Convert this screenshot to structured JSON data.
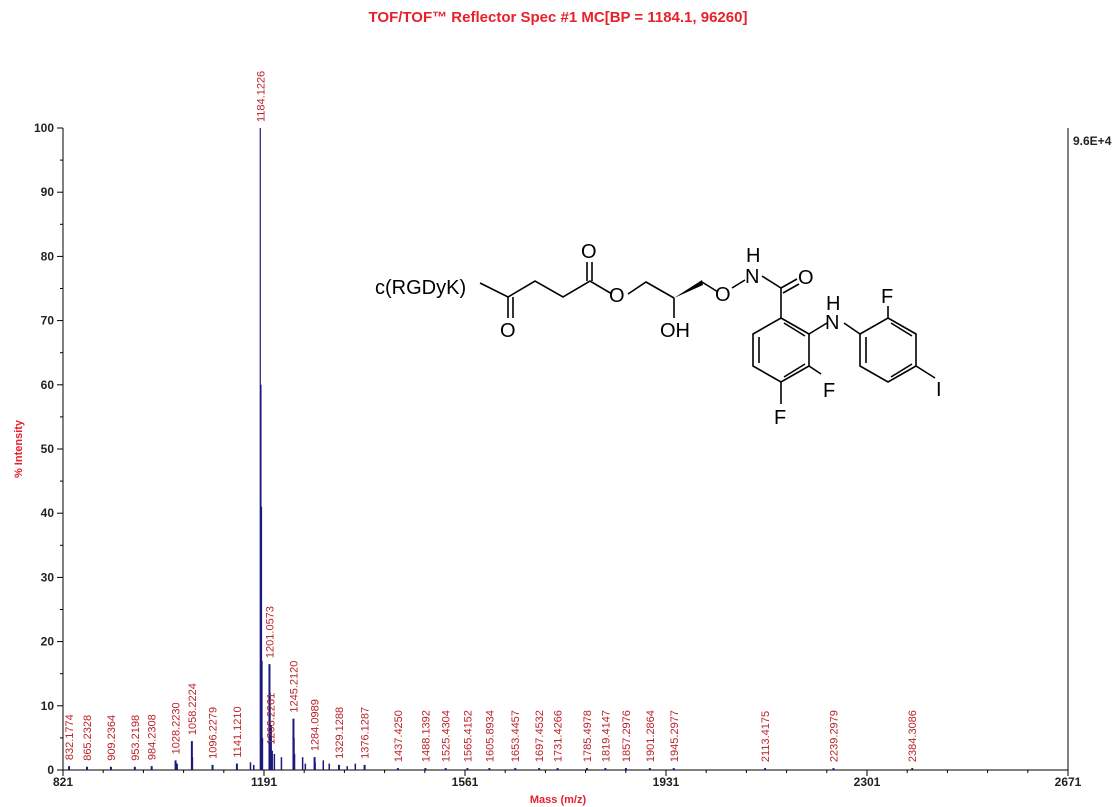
{
  "chart_data": {
    "type": "bar",
    "title": "TOF/TOF™ Reflector Spec #1 MC[BP = 1184.1, 96260]",
    "xlabel": "Mass (m/z)",
    "ylabel": "% Intensity",
    "right_axis_label": "9.6E+4",
    "xlim": [
      821,
      2671
    ],
    "ylim": [
      0,
      100
    ],
    "x_ticks": [
      821,
      1191,
      1561,
      1931,
      2301,
      2671
    ],
    "y_ticks": [
      0,
      10,
      20,
      30,
      40,
      50,
      60,
      70,
      80,
      90,
      100
    ],
    "colors": {
      "bars": "#1a1a7a",
      "labels": "#b8242a",
      "title": "#e8202a"
    },
    "peaks": [
      {
        "mz": 832.1774,
        "intensity": 0.6,
        "label": "832.1774"
      },
      {
        "mz": 865.2328,
        "intensity": 0.5,
        "label": "865.2328"
      },
      {
        "mz": 909.2364,
        "intensity": 0.5,
        "label": "909.2364"
      },
      {
        "mz": 953.2198,
        "intensity": 0.5,
        "label": "953.2198"
      },
      {
        "mz": 984.2308,
        "intensity": 0.6,
        "label": "984.2308"
      },
      {
        "mz": 1028.223,
        "intensity": 1.5,
        "label": "1028.2230"
      },
      {
        "mz": 1058.2224,
        "intensity": 4.5,
        "label": "1058.2224"
      },
      {
        "mz": 1096.2279,
        "intensity": 0.8,
        "label": "1096.2279"
      },
      {
        "mz": 1141.121,
        "intensity": 1.0,
        "label": "1141.1210"
      },
      {
        "mz": 1184.1226,
        "intensity": 100,
        "label": "1184.1226"
      },
      {
        "mz": 1201.0573,
        "intensity": 16.5,
        "label": "1201.0573"
      },
      {
        "mz": 1203.2261,
        "intensity": 3.0,
        "label": "1203.2261"
      },
      {
        "mz": 1245.212,
        "intensity": 8.0,
        "label": "1245.2120"
      },
      {
        "mz": 1284.0989,
        "intensity": 2.0,
        "label": "1284.0989"
      },
      {
        "mz": 1329.1288,
        "intensity": 0.8,
        "label": "1329.1288"
      },
      {
        "mz": 1376.1287,
        "intensity": 0.8,
        "label": "1376.1287"
      },
      {
        "mz": 1437.425,
        "intensity": 0.3,
        "label": "1437.4250"
      },
      {
        "mz": 1488.1392,
        "intensity": 0.3,
        "label": "1488.1392"
      },
      {
        "mz": 1525.4304,
        "intensity": 0.3,
        "label": "1525.4304"
      },
      {
        "mz": 1565.4152,
        "intensity": 0.3,
        "label": "1565.4152"
      },
      {
        "mz": 1605.8934,
        "intensity": 0.3,
        "label": "1605.8934"
      },
      {
        "mz": 1653.4457,
        "intensity": 0.3,
        "label": "1653.4457"
      },
      {
        "mz": 1697.4532,
        "intensity": 0.3,
        "label": "1697.4532"
      },
      {
        "mz": 1731.4266,
        "intensity": 0.3,
        "label": "1731.4266"
      },
      {
        "mz": 1785.4978,
        "intensity": 0.3,
        "label": "1785.4978"
      },
      {
        "mz": 1819.4147,
        "intensity": 0.3,
        "label": "1819.4147"
      },
      {
        "mz": 1857.2976,
        "intensity": 0.3,
        "label": "1857.2976"
      },
      {
        "mz": 1901.2864,
        "intensity": 0.3,
        "label": "1901.2864"
      },
      {
        "mz": 1945.2977,
        "intensity": 0.3,
        "label": "1945.2977"
      },
      {
        "mz": 2113.4175,
        "intensity": 0.3,
        "label": "2113.4175"
      },
      {
        "mz": 2239.2979,
        "intensity": 0.3,
        "label": "2239.2979"
      },
      {
        "mz": 2384.3086,
        "intensity": 0.3,
        "label": "2384.3086"
      }
    ],
    "minor_peaks": [
      {
        "mz": 1185.1,
        "intensity": 60
      },
      {
        "mz": 1186.1,
        "intensity": 41
      },
      {
        "mz": 1187.1,
        "intensity": 17
      },
      {
        "mz": 1188.1,
        "intensity": 5
      },
      {
        "mz": 1202.1,
        "intensity": 12
      },
      {
        "mz": 1204.2,
        "intensity": 7
      },
      {
        "mz": 1206.1,
        "intensity": 3
      },
      {
        "mz": 1210.1,
        "intensity": 2.5
      },
      {
        "mz": 1223.1,
        "intensity": 2.0
      },
      {
        "mz": 1246.2,
        "intensity": 5
      },
      {
        "mz": 1247.2,
        "intensity": 2.5
      },
      {
        "mz": 1262.1,
        "intensity": 2.0
      },
      {
        "mz": 1267.1,
        "intensity": 1.0
      },
      {
        "mz": 1285.1,
        "intensity": 1.2
      },
      {
        "mz": 1300.1,
        "intensity": 1.5
      },
      {
        "mz": 1311.1,
        "intensity": 1.0
      },
      {
        "mz": 1059.2,
        "intensity": 2.0
      },
      {
        "mz": 1031.1,
        "intensity": 1.0
      },
      {
        "mz": 1166.1,
        "intensity": 1.2
      },
      {
        "mz": 1172.1,
        "intensity": 0.8
      },
      {
        "mz": 1359.1,
        "intensity": 1.0
      },
      {
        "mz": 1344.1,
        "intensity": 0.6
      }
    ]
  },
  "molecule": {
    "substituent": "c(RGDyK)",
    "atoms": {
      "o_ketone_top": "O",
      "o_ester": "O",
      "o_ketone_bottom": "O",
      "oh": "OH",
      "o_ether": "O",
      "n_amide": "N",
      "h_amide": "H",
      "o_amide": "O",
      "n_aniline": "N",
      "h_aniline": "H",
      "f_ring2_top": "F",
      "f_ring1_right": "F",
      "f_ring1_bottom": "F",
      "iodine": "I"
    }
  }
}
